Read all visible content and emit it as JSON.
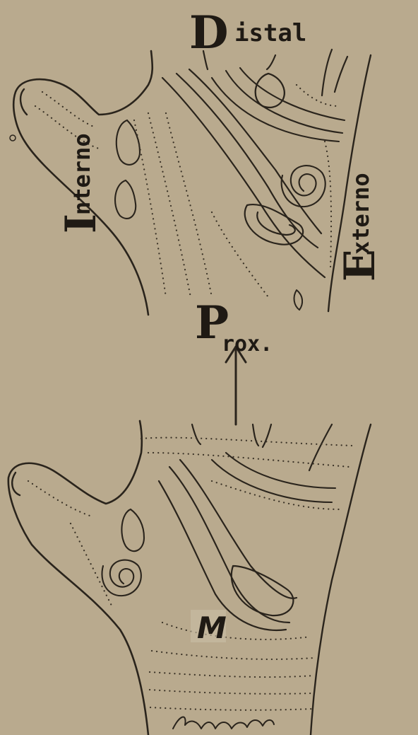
{
  "colors": {
    "paper": "#b9aa8e",
    "ink": "#2a241c"
  },
  "labels": {
    "distal_initial": "D",
    "distal_rest": "istal",
    "interno_initial": "I",
    "interno_rest": "nterno",
    "externo_initial": "E",
    "externo_rest": "xterno",
    "prox_initial": "P",
    "prox_rest": "rox.",
    "region_mark": "M"
  }
}
